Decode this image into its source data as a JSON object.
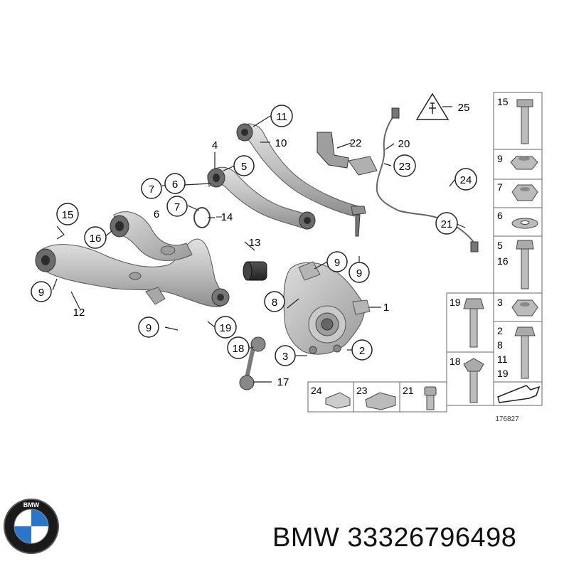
{
  "callouts": {
    "c1": "1",
    "c2": "2",
    "c3": "3",
    "c4": "4",
    "c5": "5",
    "c6a": "6",
    "c6b": "6",
    "c7a": "7",
    "c7b": "7",
    "c8": "8",
    "c9a": "9",
    "c9b": "9",
    "c9c": "9",
    "c9d": "9",
    "c10": "10",
    "c11": "11",
    "c12": "12",
    "c13": "13",
    "c14": "14",
    "c15": "15",
    "c16": "16",
    "c17": "17",
    "c18": "18",
    "c19": "19",
    "c20": "20",
    "c21": "21",
    "c22": "22",
    "c23": "23",
    "c24": "24",
    "c25": "25"
  },
  "right_panel": {
    "cells": [
      {
        "labels": [
          "15"
        ]
      },
      {
        "labels": [
          "9"
        ]
      },
      {
        "labels": [
          "7"
        ]
      },
      {
        "labels": [
          "6"
        ]
      },
      {
        "labels": [
          "5",
          "16"
        ]
      },
      {
        "labels": [
          "3"
        ]
      },
      {
        "labels": [
          "2",
          "8",
          "11",
          "19"
        ]
      }
    ],
    "mid_cells": [
      {
        "labels": [
          "19"
        ]
      },
      {
        "labels": [
          "18"
        ]
      }
    ]
  },
  "bottom_panel": {
    "cells": [
      {
        "labels": [
          "24"
        ]
      },
      {
        "labels": [
          "23"
        ]
      },
      {
        "labels": [
          "21"
        ]
      }
    ]
  },
  "diagram_number": "176827",
  "brand": {
    "logo_text": "BMW",
    "caption": "BMW 33326796498",
    "colors": {
      "logo_blue": "#2a77c9",
      "logo_ring": "#1a1a1a"
    }
  }
}
